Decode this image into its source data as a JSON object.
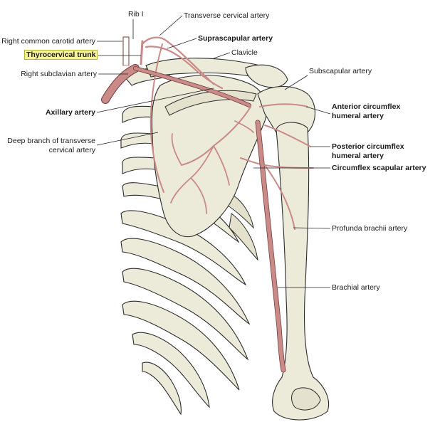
{
  "labels": {
    "rib_i": "Rib I",
    "transverse_cervical_artery": "Transverse cervical artery",
    "suprascapular_artery": "Suprascapular artery",
    "right_common_carotid_artery": "Right common carotid artery",
    "thyrocervical_trunk": "Thyrocervical trunk",
    "clavicle": "Clavicle",
    "right_subclavian_artery": "Right subclavian artery",
    "subscapular_artery": "Subscapular artery",
    "axillary_artery": "Axillary artery",
    "anterior_circumflex_line1": "Anterior circumflex",
    "anterior_circumflex_line2": "humeral artery",
    "deep_branch_line1": "Deep branch of transverse",
    "deep_branch_line2": "cervical artery",
    "posterior_circumflex_line1": "Posterior circumflex",
    "posterior_circumflex_line2": "humeral artery",
    "circumflex_scapular_artery": "Circumflex scapular artery",
    "profunda_brachii_artery": "Profunda brachii artery",
    "brachial_artery": "Brachial artery"
  },
  "colors": {
    "bone": "#ecead8",
    "artery": "#c98a88",
    "highlight": "#f6f39b"
  }
}
